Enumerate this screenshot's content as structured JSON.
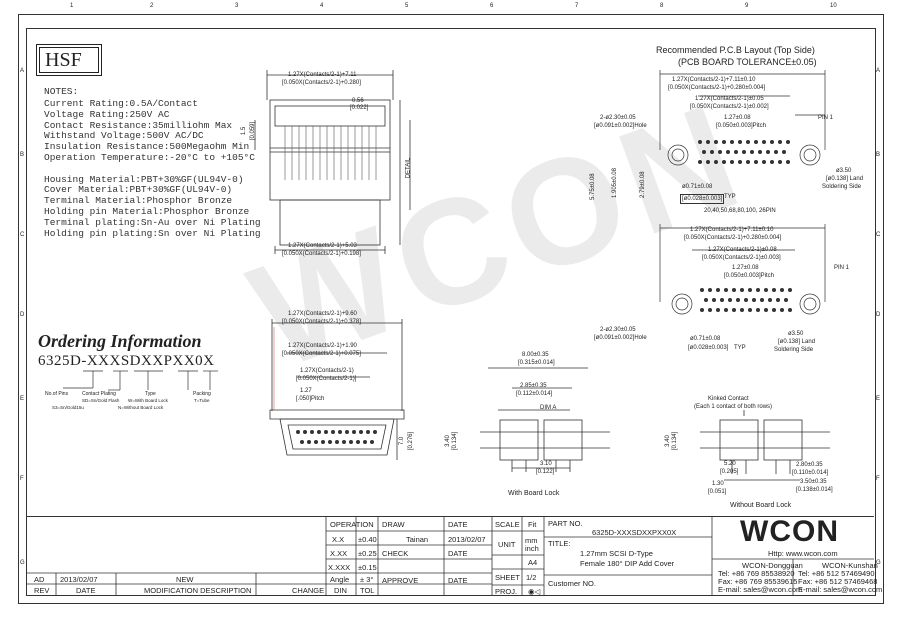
{
  "frame": {
    "top_numbers": [
      "1",
      "2",
      "3",
      "4",
      "5",
      "6",
      "7",
      "8",
      "9",
      "10"
    ],
    "side_letters": [
      "A",
      "B",
      "C",
      "D",
      "E",
      "F",
      "G"
    ]
  },
  "logo_text": "HSF",
  "watermark": "WCON",
  "notes": {
    "heading": "NOTES:",
    "lines": [
      "Current Rating:0.5A/Contact",
      "Voltage Rating:250V AC",
      "Contact Resistance:35milliohm Max",
      "Withstand Voltage:500V AC/DC",
      "Insulation Resistance:500Megaohm Min",
      "Operation Temperature:-20°C to +105°C",
      "",
      "Housing Material:PBT+30%GF(UL94V-0)",
      "Cover Material:PBT+30%GF(UL94V-0)",
      "Terminal Material:Phosphor Bronze",
      "Holding pin Material:Phosphor Bronze",
      "Terminal plating:Sn-Au over Ni Plating",
      "Holding pin plating:Sn over Ni Plating"
    ]
  },
  "ordering": {
    "title": "Ordering Information",
    "code": "6325D-XXXSDXXPXX0X",
    "labels": [
      "No.of Pins",
      "Contact Plating",
      "Type",
      "Packing"
    ],
    "sub1": "SD=Sn/Gold Flash",
    "sub2": "S3=Sn/Gold15u",
    "sub3": "W=With Board Lock",
    "sub4": "N=Without Board Lock",
    "sub5": "T=Tube",
    "sub6": "T=Tube"
  },
  "top_view_dims": {
    "d1a": "1.27X(Contacts/2-1)+7.11",
    "d1b": "[0.050X(Contacts/2-1)+0.280]",
    "d2a": "0.56",
    "d2b": "[0.022]",
    "d3a": "1.27X(Contacts/2-1)+5.03",
    "d3b": "[0.050X(Contacts/2-1)+0.198]",
    "side_a": "1.5",
    "side_b": "[0.059]",
    "detail_a": "DETAIL"
  },
  "front_view_dims": {
    "d1a": "1.27X(Contacts/2-1)+9.60",
    "d1b": "[0.050X(Contacts/2-1)+0.378]",
    "d2a": "1.27X(Contacts/2-1)+1.90",
    "d2b": "[0.050X(Contacts/2-1)+0.075]",
    "d3a": "1.27X(Contacts/2-1)",
    "d3b": "[0.050X(Contacts/2-1)]",
    "pitch_a": "1.27",
    "pitch_b": "[.050]Pitch",
    "h_a": "7.0",
    "h_b": "[0.276]"
  },
  "pcb_top": {
    "title1": "Recommended P.C.B Layout (Top Side)",
    "title2": "(PCB BOARD TOLERANCE±0.05)",
    "d1a": "1.27X(Contacts/2-1)+7.11±0.10",
    "d1b": "[0.050X(Contacts/2-1)+0.280±0.004]",
    "d2a": "1.27X(Contacts/2-1)±0.05",
    "d2b": "[0.050X(Contacts/2-1)±0.002]",
    "pitch_a": "1.27±0.08",
    "pitch_b": "[0.050±0.003]Pitch",
    "hole_a": "2-ø2.30±0.05",
    "hole_b": "[ø0.091±0.002]Hole",
    "pin1": "PIN 1",
    "land_a": "ø3.50",
    "land_b": "[ø0.138] Land",
    "land_c": "Soldering Side",
    "via_a": "ø0.71±0.08",
    "via_b": "[ø0.028±0.003]",
    "typ": "TYP",
    "contacts": "20,40,50,68,80,100, 26PIN",
    "v1": "5.75±0.08",
    "v2": "1.905±0.08",
    "v3": "2.79±0.08"
  },
  "pcb_bottom": {
    "d1a": "1.27X(Contacts/2-1)+7.11±0.10",
    "d1b": "[0.050X(Contacts/2-1)+0.280±0.004]",
    "d2a": "1.27X(Contacts/2-1)±0.08",
    "d2b": "[0.050X(Contacts/2-1)±0.003]",
    "pitch_a": "1.27±0.08",
    "pitch_b": "[0.050±0.003]Pitch",
    "hole_a": "2-ø2.30±0.05",
    "hole_b": "[ø0.091±0.002]Hole",
    "pin1": "PIN 1",
    "land_a": "ø3.50",
    "land_b": "[ø0.138] Land",
    "land_c": "Soldering Side",
    "via_a": "ø0.71±0.08",
    "via_b": "[ø0.028±0.003]",
    "typ": "TYP"
  },
  "side_with": {
    "caption": "With Board Lock",
    "d1a": "8.00±0.35",
    "d1b": "[0.315±0.014]",
    "d2a": "2.85±0.35",
    "d2b": "[0.112±0.014]",
    "h_a": "3.40",
    "h_b": "[0.134]",
    "w_a": "3.10",
    "w_b": "[0.122]",
    "dim": "DIM A"
  },
  "side_without": {
    "caption": "Without Board Lock",
    "kinked": "Kinked Contact",
    "kinked2": "(Each 1 contact of both rows)",
    "w_a": "5.20",
    "w_b": "[0.205]",
    "w2_a": "2.80±0.35",
    "w2_b": "[0.110±0.014]",
    "w3_a": "3.50±0.35",
    "w3_b": "[0.138±0.014]",
    "h_a": "3.40",
    "h_b": "[0.134]",
    "b_a": "1.30",
    "b_b": "[0.051]"
  },
  "title_block": {
    "operation": "OPERATION",
    "draw": "DRAW",
    "drawer": "Tainan",
    "date_label": "DATE",
    "date": "2013/02/07",
    "scale": "SCALE",
    "scale_val": "Fit",
    "unit": "UNIT",
    "unit_val": "mm inch",
    "size_val": "A4",
    "sheet": "SHEET",
    "sheet_val": "1/2",
    "proj": "PROJ.",
    "check": "CHECK",
    "approve": "APPROVE",
    "tol1_k": "X.X",
    "tol1_v": "±0.40",
    "tol2_k": "X.XX",
    "tol2_v": "±0.25",
    "tol3_k": "X.XXX",
    "tol3_v": "±0.15",
    "angle_k": "Angle",
    "angle_v": "± 3°",
    "din": "DIN",
    "tol": "TOL",
    "part_no_label": "PART NO.",
    "part_no": "6325D-XXXSDXXPXX0X",
    "title_label": "TITLE:",
    "title1": "1.27mm SCSI D-Type",
    "title2": "Female 180° DIP Add Cover",
    "customer": "Customer NO.",
    "rev_col": "REV",
    "date_col": "DATE",
    "mod_col": "MODIFICATION DESCRIPTION",
    "change_col": "CHANGE",
    "rev_ad": "AD",
    "rev_date": "2013/02/07",
    "rev_desc": "NEW"
  },
  "company": {
    "logo": "WCON",
    "url": "Http: www.wcon.com",
    "left_name": "WCON-Dongguan",
    "left_tel": "Tel: +86 769 85538920",
    "left_fax": "Fax: +86 769 85539615",
    "left_mail": "E-mail: sales@wcon.com",
    "right_name": "WCON-Kunshan",
    "right_tel": "Tel: +86 512 57469490",
    "right_fax": "Fax: +86 512 57469468",
    "right_mail": "E-mail: sales@wcon.com"
  }
}
